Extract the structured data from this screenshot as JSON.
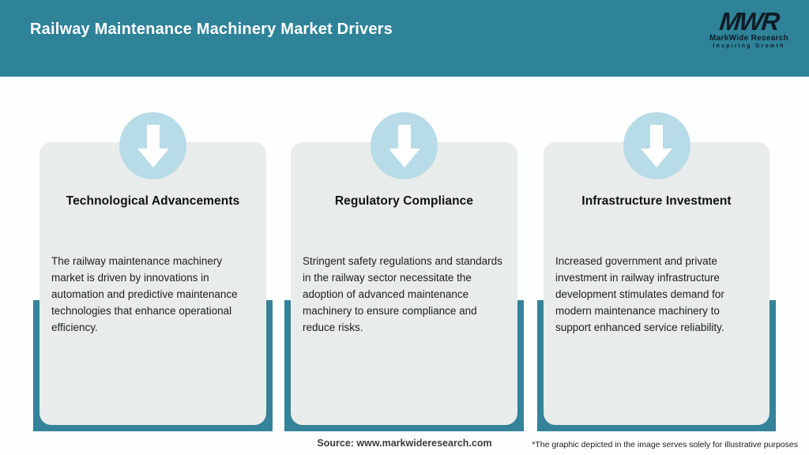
{
  "header": {
    "title": "Railway Maintenance Machinery Market Drivers",
    "logo": {
      "monogram": "MWR",
      "name": "MarkWide Research",
      "tagline": "Inspiring Growth"
    }
  },
  "cards": [
    {
      "icon": "down-arrow-icon",
      "title": "Technological Advancements",
      "body": "The railway maintenance machinery market is driven by innovations in automation and predictive maintenance technologies that enhance operational efficiency."
    },
    {
      "icon": "down-arrow-icon",
      "title": "Regulatory Compliance",
      "body": "Stringent safety regulations and standards in the railway sector necessitate the adoption of advanced maintenance machinery to ensure compliance and reduce risks."
    },
    {
      "icon": "down-arrow-icon",
      "title": "Infrastructure Investment",
      "body": "Increased government and private investment in railway infrastructure development stimulates demand for modern maintenance machinery to support enhanced service reliability."
    }
  ],
  "footer": {
    "source": "Source: www.markwideresearch.com",
    "disclaimer": "*The graphic depicted in the image serves solely for illustrative purposes"
  },
  "colors": {
    "header_teal": "#2E8399",
    "band_teal": "#35839A",
    "card_gray": "#E8ECEB",
    "circle_blue": "#B7DBE7",
    "arrow_white": "#FFFFFF",
    "logo_dark": "#0F1C26"
  }
}
